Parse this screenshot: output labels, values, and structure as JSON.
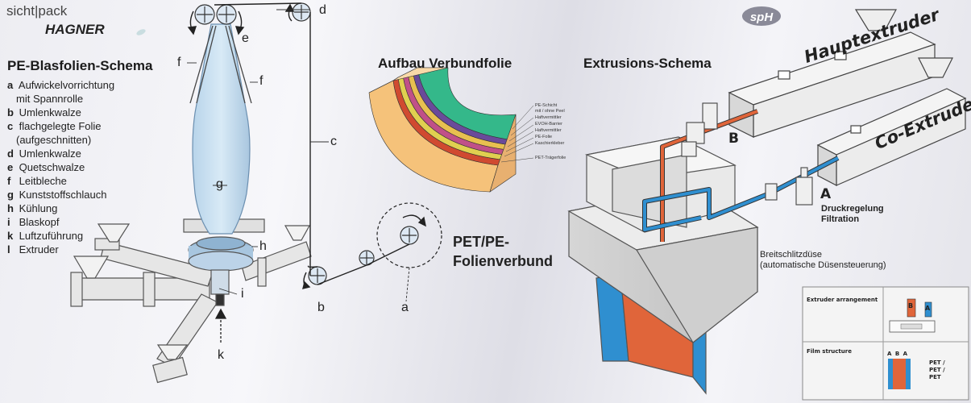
{
  "brand": {
    "name": "sicht|pack",
    "sub": "HAGNER",
    "logo_text": "spH"
  },
  "blown_film": {
    "title": "PE-Blasfolien-Schema",
    "legend": [
      {
        "key": "a",
        "text": "Aufwickelvorrichtung",
        "cont": "mit Spannrolle"
      },
      {
        "key": "b",
        "text": "Umlenkwalze"
      },
      {
        "key": "c",
        "text": "flachgelegte Folie",
        "cont": "(aufgeschnitten)"
      },
      {
        "key": "d",
        "text": "Umlenkwalze"
      },
      {
        "key": "e",
        "text": "Quetschwalze"
      },
      {
        "key": "f",
        "text": "Leitbleche"
      },
      {
        "key": "g",
        "text": "Kunststoffschlauch"
      },
      {
        "key": "h",
        "text": "Kühlung"
      },
      {
        "key": "i",
        "text": "Blaskopf"
      },
      {
        "key": "k",
        "text": "Luftzuführung"
      },
      {
        "key": "l",
        "text": "Extruder"
      }
    ],
    "labels": {
      "a": "a",
      "b": "b",
      "c": "c",
      "d": "d",
      "e": "e",
      "f1": "f",
      "f2": "f",
      "g": "g",
      "h": "h",
      "i": "i",
      "k": "k"
    }
  },
  "laminate": {
    "title": "Aufbau Verbundfolie",
    "layers": [
      "PE-Schicht",
      "mit / ohne Peel",
      "Haftvermittler",
      "EVOH-Barrier",
      "Haftvermittler",
      "PE-Folie",
      "Kaschierkleber",
      "PET-Trägerfolie"
    ],
    "colors": [
      "#34b88a",
      "#6a4a9a",
      "#e8c050",
      "#c05088",
      "#e0d050",
      "#d04a30",
      "#f5c27a"
    ]
  },
  "composite": {
    "title_line1": "PET/PE-",
    "title_line2": "Folienverbund"
  },
  "extrusion": {
    "title": "Extrusions-Schema",
    "main_extruder": "Hauptextruder",
    "co_extruder": "Co-Extruder",
    "label_b": "B",
    "label_a": "A",
    "a_line1": "Druckregelung",
    "a_line2": "Filtration",
    "die_line1": "Breitschlitzdüse",
    "die_line2": "(automatische Düsensteuerung)",
    "inset": {
      "arrangement_label": "Extruder arrangement",
      "structure_label": "Film structure",
      "box_b": "B",
      "box_a": "A",
      "abc": "A B A",
      "pet1": "PET /",
      "pet2": "PET /",
      "pet3": "PET"
    },
    "colors": {
      "main": "#e0653a",
      "co": "#2f8fd0"
    }
  }
}
